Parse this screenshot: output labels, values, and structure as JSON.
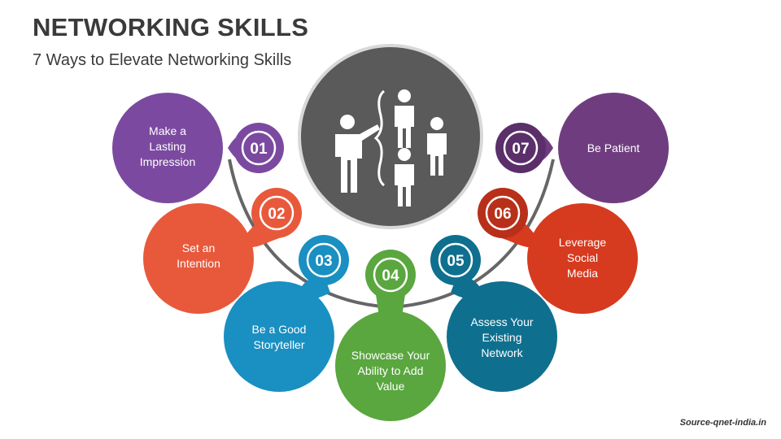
{
  "title": "NETWORKING SKILLS",
  "subtitle": "7 Ways to Elevate Networking Skills",
  "source": "Source-qnet-india.in",
  "center_icon": "people-group-presentation-icon",
  "colors": {
    "center": "#5a5a5a",
    "step1": "#7b4aa0",
    "step2": "#e8593c",
    "step3": "#1a8fc1",
    "step4": "#5aa63f",
    "step5": "#0f6f8f",
    "step6": "#d63a1f",
    "step7": "#6f3d7f"
  },
  "steps": [
    {
      "number": "01",
      "lines": [
        "Make a",
        "Lasting",
        "Impression"
      ]
    },
    {
      "number": "02",
      "lines": [
        "Set an",
        "Intention"
      ]
    },
    {
      "number": "03",
      "lines": [
        "Be a Good",
        "Storyteller"
      ]
    },
    {
      "number": "04",
      "lines": [
        "Showcase Your",
        "Ability to Add",
        "Value"
      ]
    },
    {
      "number": "05",
      "lines": [
        "Assess Your",
        "Existing",
        "Network"
      ]
    },
    {
      "number": "06",
      "lines": [
        "Leverage",
        "Social",
        "Media"
      ]
    },
    {
      "number": "07",
      "lines": [
        "Be Patient"
      ]
    }
  ]
}
